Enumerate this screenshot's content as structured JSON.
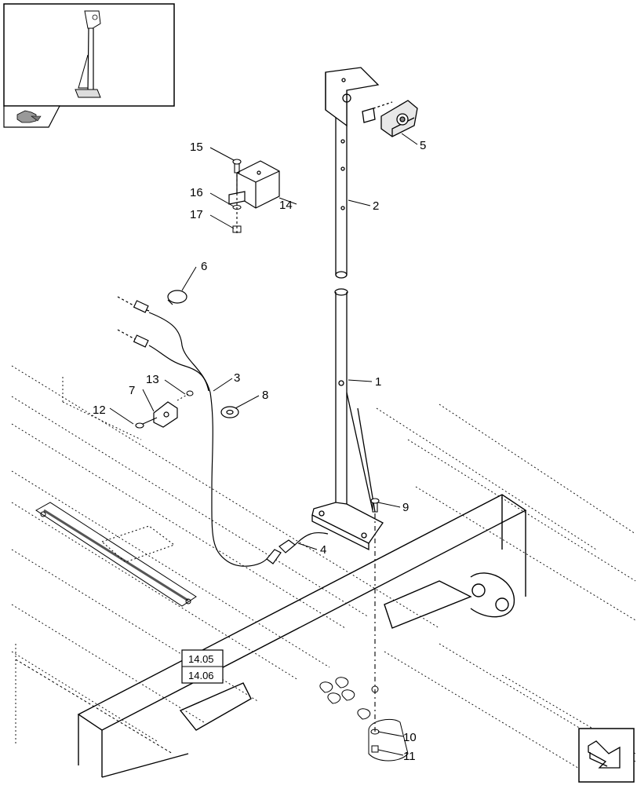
{
  "diagram": {
    "callouts": {
      "c1": "1",
      "c2": "2",
      "c3": "3",
      "c4": "4",
      "c5": "5",
      "c6": "6",
      "c7": "7",
      "c8": "8",
      "c9": "9",
      "c10": "10",
      "c11": "11",
      "c12": "12",
      "c13": "13",
      "c14": "14",
      "c15": "15",
      "c16": "16",
      "c17": "17"
    },
    "section_refs": [
      "14.05",
      "14.06"
    ],
    "icons": [
      "thumbnail-overview-icon",
      "hand-pointer-icon",
      "navigation-arrow-icon"
    ]
  }
}
